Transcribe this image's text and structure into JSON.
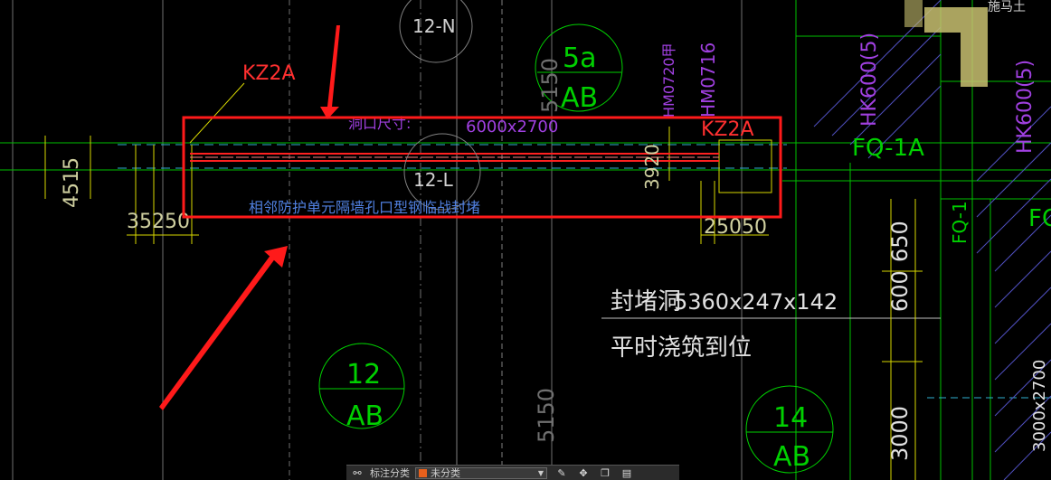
{
  "labels": {
    "kz2a_left": "KZ2A",
    "kz2a_right": "KZ2A",
    "axis_12n": "12-N",
    "axis_12l": "12-L",
    "bubble_5a_top": "5a",
    "bubble_5a_bottom": "AB",
    "bubble_12_top": "12",
    "bubble_12_bottom": "AB",
    "bubble_14_top": "14",
    "bubble_14_bottom": "AB",
    "opening_size_label": "洞口尺寸:",
    "opening_size_value": "6000x2700",
    "steel_note": "相邻防护单元隔墙孔口型钢临战封堵",
    "fq_1a": "FQ-1A",
    "fq_1": "FQ-1",
    "fq_right": "FQ",
    "hk_left": "HK600(5)",
    "hk_right": "HK600(5)",
    "hm_left": "HM0716",
    "hm_mid": "HM0720甲",
    "seal_label": "封堵洞",
    "seal_size": "5360x247x142",
    "pour_note": "平时浇筑到位",
    "dim_4515": "4515",
    "dim_35250": "35250",
    "dim_3920": "3920",
    "dim_25050": "25050",
    "dim_5150_top": "5150",
    "dim_5150_bottom": "5150",
    "dim_600": "600",
    "dim_650": "650",
    "dim_3000": "3000",
    "dim_3000_2700": "3000x2700",
    "corner_text": "施马土"
  },
  "toolbar": {
    "label": "标注分类",
    "select_value": "未分类"
  },
  "colors": {
    "background": "#000000",
    "highlight_red": "#ff2020",
    "arrow_red": "#ff1a1a",
    "green": "#00d000",
    "yellow": "#d8d800",
    "magenta": "#c040ff",
    "cyan": "#30b0d0",
    "white": "#e0e0e0",
    "beige": "#d8d070"
  }
}
